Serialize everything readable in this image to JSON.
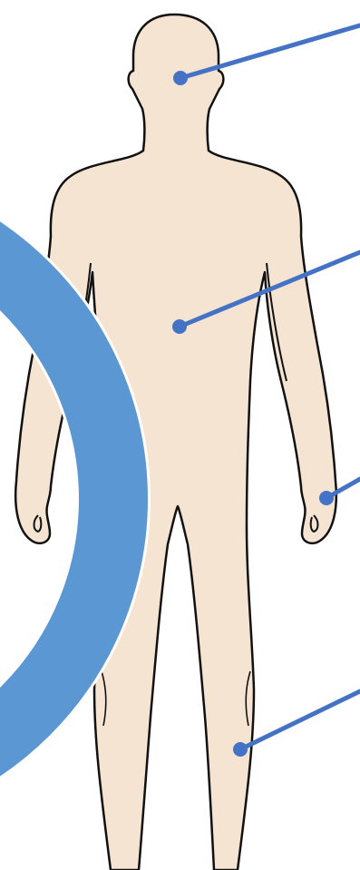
{
  "colors": {
    "background": "#ffffff",
    "skin": "#f5e4d1",
    "outline": "#111111",
    "ring": "#5b97d2",
    "ring_edge": "#ffffff",
    "pointer": "#4472c4"
  },
  "figure": {
    "kind": "human-body-front-silhouette"
  },
  "pointers": [
    {
      "id": "head",
      "target": "head"
    },
    {
      "id": "chest",
      "target": "chest"
    },
    {
      "id": "hand",
      "target": "left-hand"
    },
    {
      "id": "leg",
      "target": "left-leg"
    }
  ],
  "decoration": {
    "ring": "blue-circle-arc"
  }
}
